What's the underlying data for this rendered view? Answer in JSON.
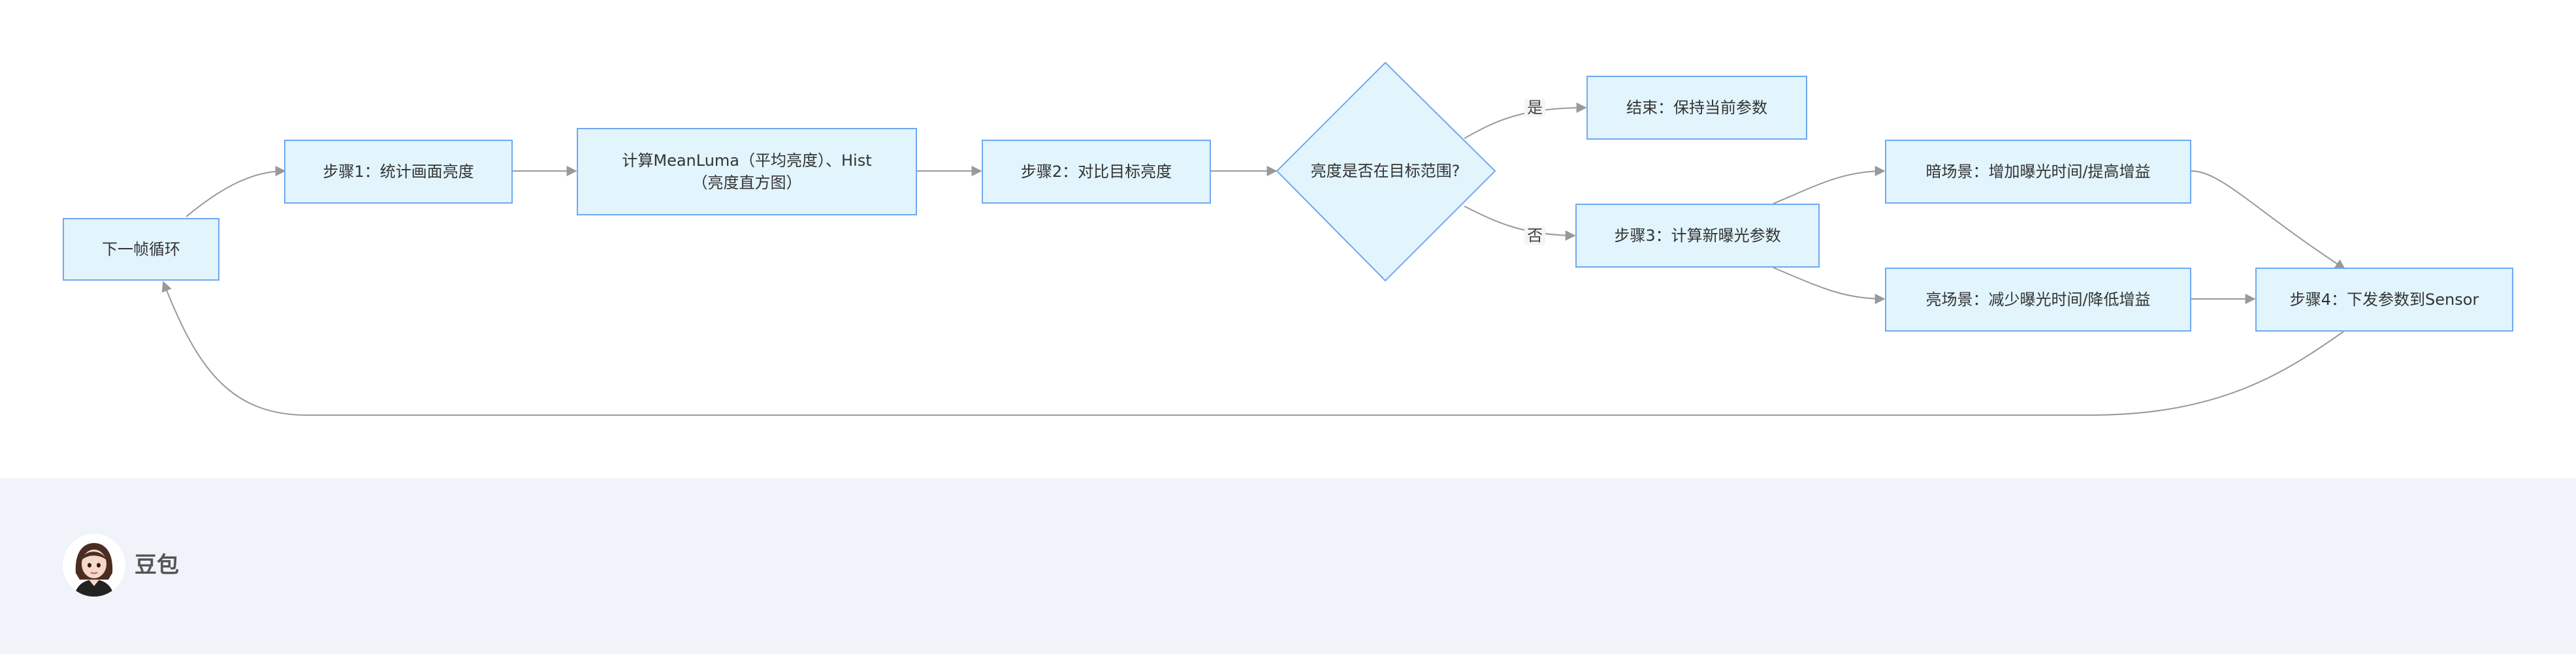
{
  "diagram": {
    "nodes": {
      "loop": "下一帧循环",
      "step1": "步骤1：统计画面亮度",
      "calc_line1": "计算MeanLuma（平均亮度）、Hist",
      "calc_line2": "（亮度直方图）",
      "step2": "步骤2：对比目标亮度",
      "decision": "亮度是否在目标范围?",
      "end": "结束：保持当前参数",
      "step3": "步骤3：计算新曝光参数",
      "dark": "暗场景：增加曝光时间/提高增益",
      "bright": "亮场景：减少曝光时间/降低增益",
      "step4": "步骤4：下发参数到Sensor"
    },
    "edge_labels": {
      "yes": "是",
      "no": "否"
    }
  },
  "footer": {
    "brand": "豆包"
  },
  "colors": {
    "node_fill": "#e2f4fc",
    "node_border": "#6fa8f0",
    "edge": "#999999",
    "footer_bg": "#f0f3fa"
  }
}
